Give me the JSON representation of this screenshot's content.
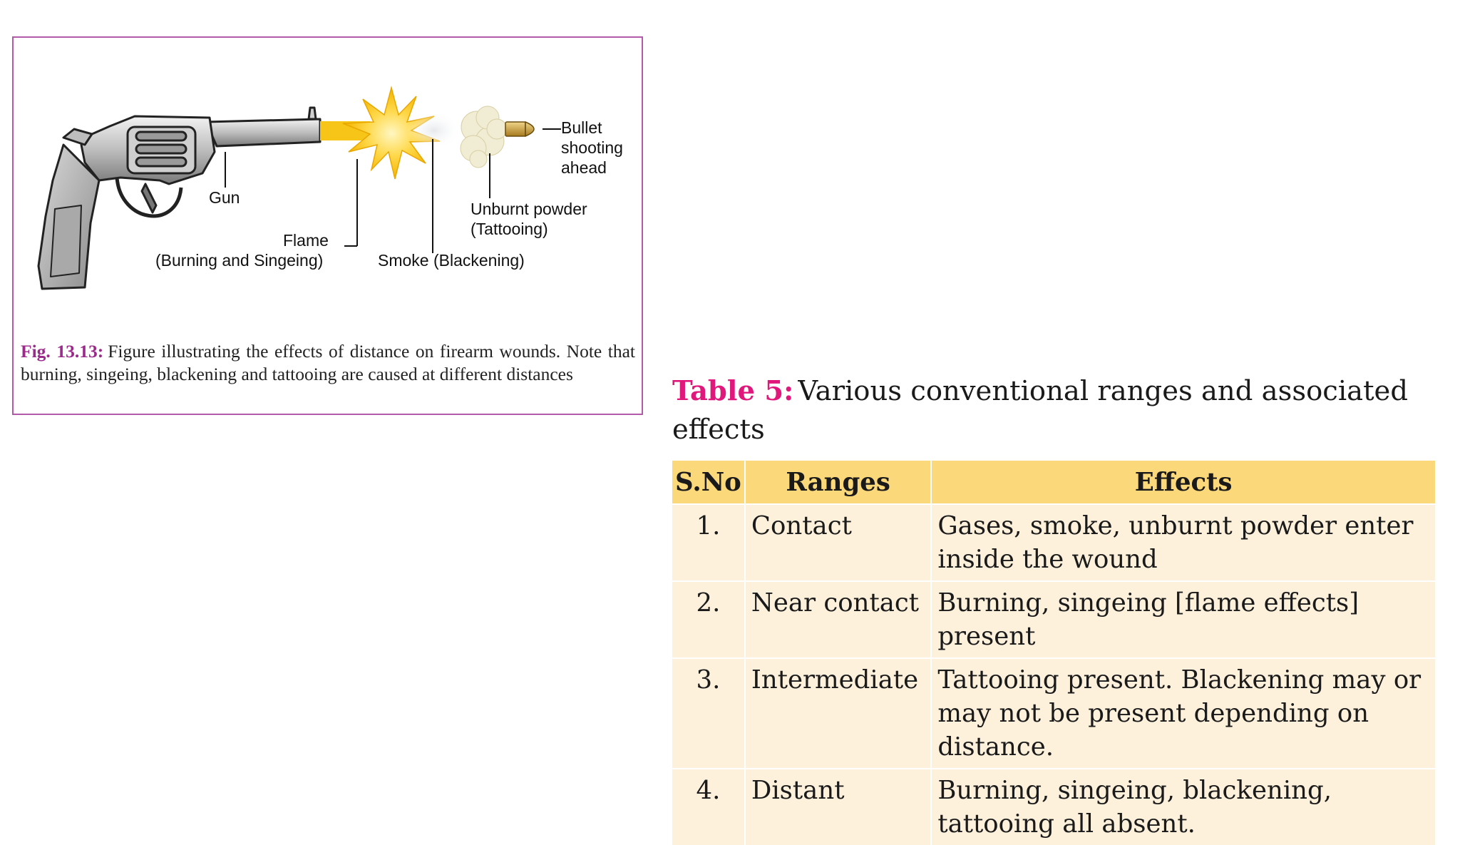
{
  "figure": {
    "labels": {
      "bullet_line1": "Bullet",
      "bullet_line2": "shooting",
      "bullet_line3": "ahead",
      "gun": "Gun",
      "flame_line1": "Flame",
      "flame_line2": "(Burning and Singeing)",
      "smoke": "Smoke (Blackening)",
      "powder_line1": "Unburnt powder",
      "powder_line2": "(Tattooing)"
    },
    "caption_number": "Fig. 13.13:",
    "caption_text": "Figure illustrating the effects of distance on firearm wounds. Note that burning, singeing, blackening and tattooing are caused at different distances",
    "colors": {
      "border": "#b35aa8",
      "caption_number": "#9b2a8a"
    }
  },
  "table": {
    "title_number": "Table 5:",
    "title_text": "Various conventional ranges and associated effects",
    "headers": {
      "sno": "S.No",
      "ranges": "Ranges",
      "effects": "Effects"
    },
    "rows": [
      {
        "sno": "1.",
        "range": "Contact",
        "effect": "Gases, smoke, unburnt powder enter inside the wound"
      },
      {
        "sno": "2.",
        "range": "Near contact",
        "effect": "Burning, singeing [flame effects] present"
      },
      {
        "sno": "3.",
        "range": "Intermediate",
        "effect": "Tattooing present. Blackening may or may not be present depending on distance."
      },
      {
        "sno": "4.",
        "range": "Distant",
        "effect": "Burning, singeing, blackening, tattooing all absent."
      }
    ],
    "colors": {
      "title_number": "#e0187b",
      "header_bg": "#fbd87a",
      "body_bg": "#fdf1dc"
    }
  }
}
